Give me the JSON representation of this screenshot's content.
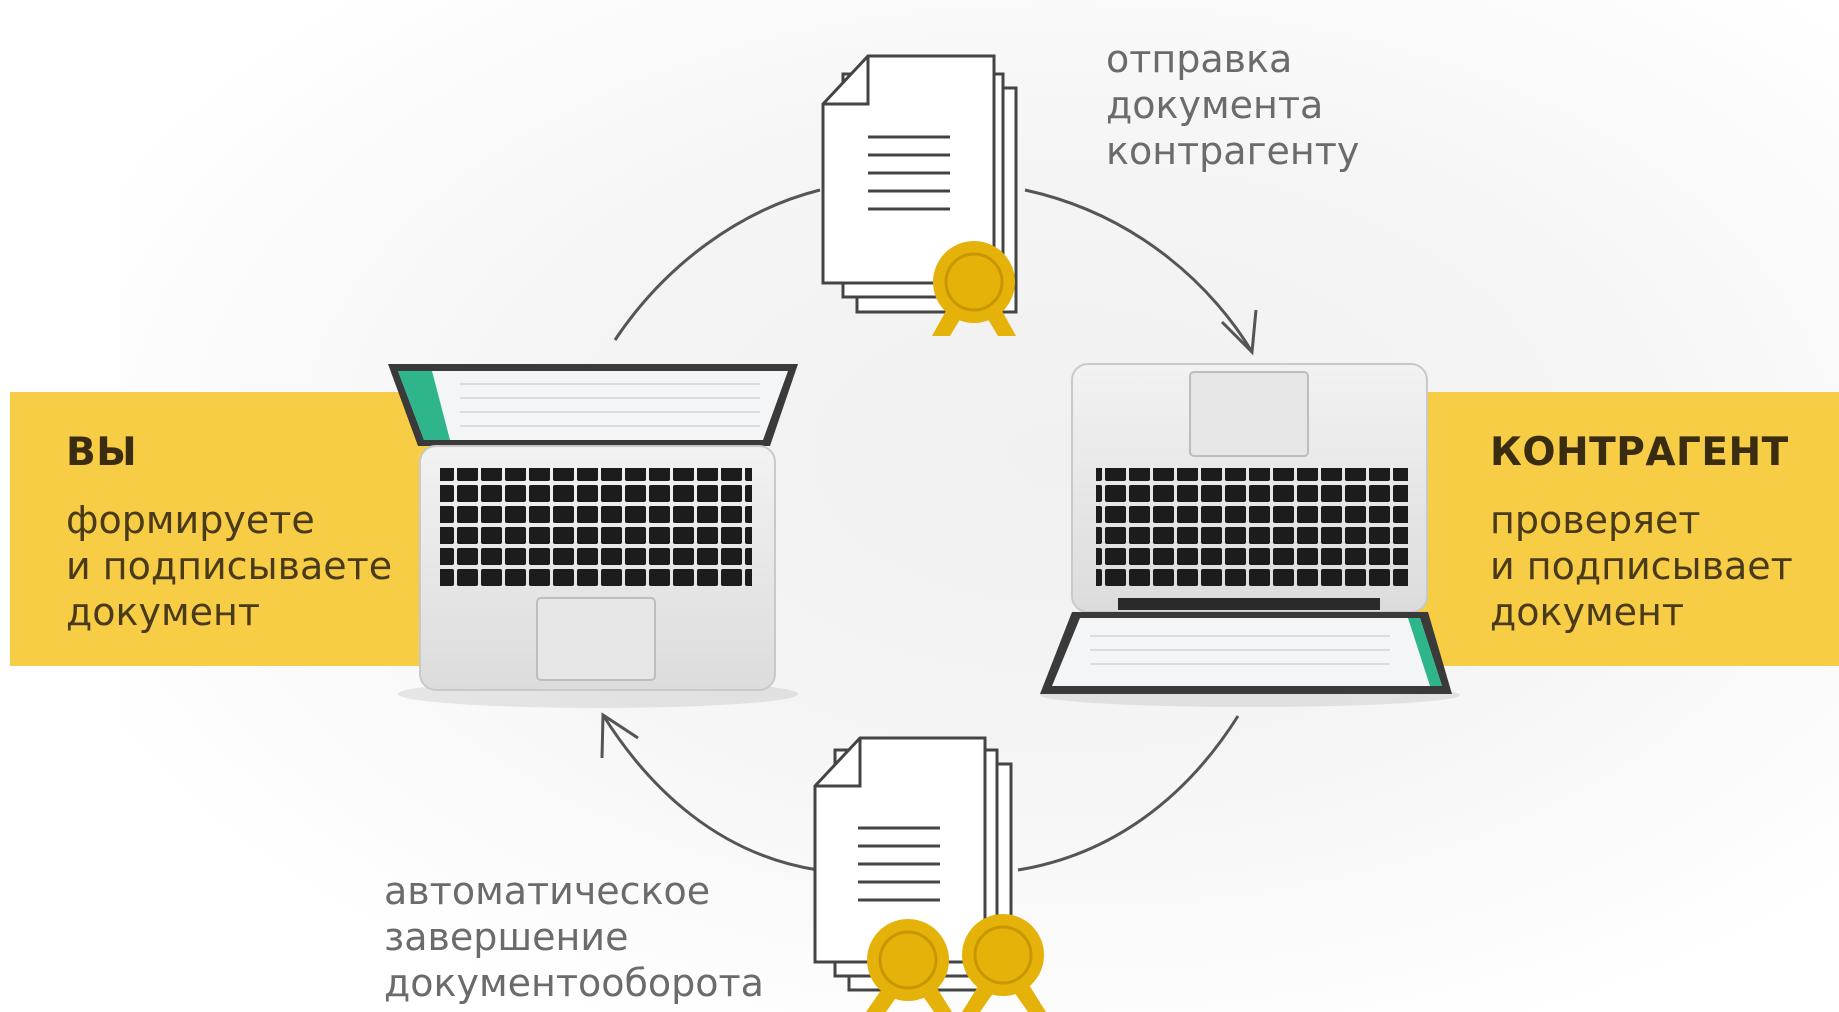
{
  "sender": {
    "title": "ВЫ",
    "description": "формируете\nи подписываете\nдокумент"
  },
  "counterparty": {
    "title": "КОНТРАГЕНТ",
    "description": "проверяет\nи подписывает\nдокумент"
  },
  "steps": {
    "send": "отправка\nдокумента\nконтрагенту",
    "complete": "автоматическое\nзавершение\nдокументооборота"
  },
  "colors": {
    "band": "#f7cd45",
    "seal": "#e5b20a",
    "seal_dark": "#c99600",
    "accent_screen": "#2fb58c",
    "line": "#555555"
  }
}
